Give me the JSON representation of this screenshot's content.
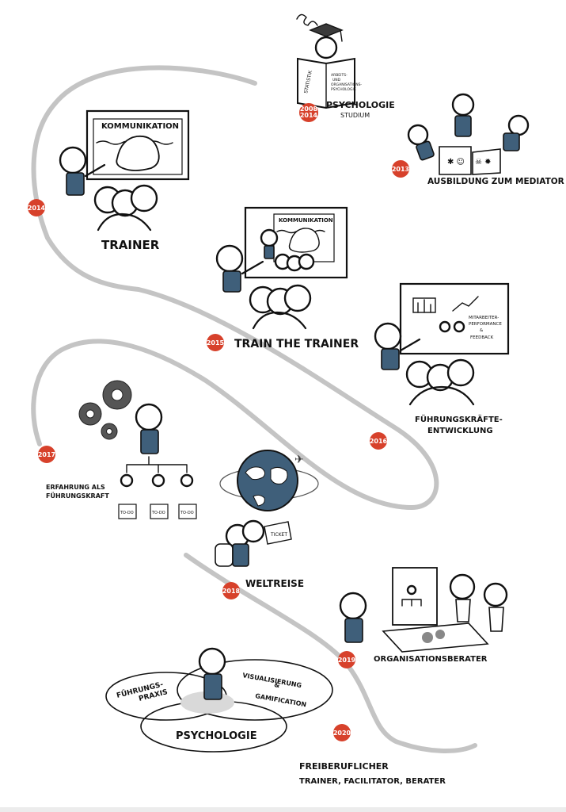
{
  "accent_color": "#d7412b",
  "path_color": "#c4c4c4",
  "figure_color": "#3f5f7a",
  "milestones": [
    {
      "year": "2008\n2014",
      "year_lines": [
        "2008",
        "2014"
      ],
      "label_lines": [
        "PSYCHOLOGIE",
        "STUDIUM"
      ]
    },
    {
      "year": "2013",
      "year_lines": [
        "2013"
      ],
      "label_lines": [
        "AUSBILDUNG ZUM MEDIATOR"
      ]
    },
    {
      "year": "2014",
      "year_lines": [
        "2014"
      ],
      "label_lines": [
        "TRAINER"
      ]
    },
    {
      "year": "2015",
      "year_lines": [
        "2015"
      ],
      "label_lines": [
        "TRAIN THE TRAINER"
      ]
    },
    {
      "year": "2016",
      "year_lines": [
        "2016"
      ],
      "label_lines": [
        "FÜHRUNGSKRÄFTE-",
        "ENTWICKLUNG"
      ]
    },
    {
      "year": "2017",
      "year_lines": [
        "2017"
      ],
      "label_lines": [
        "ERFAHRUNG ALS",
        "FÜHRUNGSKRAFT"
      ]
    },
    {
      "year": "2018",
      "year_lines": [
        "2018"
      ],
      "label_lines": [
        "WELTREISE"
      ]
    },
    {
      "year": "2019",
      "year_lines": [
        "2019"
      ],
      "label_lines": [
        "ORGANISATIONSBERATER"
      ]
    },
    {
      "year": "2020",
      "year_lines": [
        "2020"
      ],
      "label_lines": [
        "FREIBERUFLICHER",
        "TRAINER, FACILITATOR, BERATER"
      ]
    }
  ],
  "book_texts": {
    "left": "STATISTIK",
    "right_lines": [
      "ARBEITS-",
      "UND",
      "ORGANISATIONS-",
      "PSYCHOLOGIE"
    ]
  },
  "board_titles": {
    "trainer": "KOMMUNIKATION",
    "train_the_trainer": "KOMMUNIKATION"
  },
  "board_feedback_lines": [
    "MITARBEITER-",
    "PERFORMANCE",
    "&",
    "FEEDBACK"
  ],
  "ticket_text": "TICKET",
  "org_chart_items": [
    "TO-DO",
    "TO-DO",
    "TO-DO"
  ],
  "venn_labels": {
    "praxis_lines": [
      "FÜHRUNGS-",
      "PRAXIS"
    ],
    "visual_lines": [
      "VISUALISIERUNG",
      "&",
      "GAMIFICATION"
    ],
    "psychologie": "PSYCHOLOGIE"
  }
}
